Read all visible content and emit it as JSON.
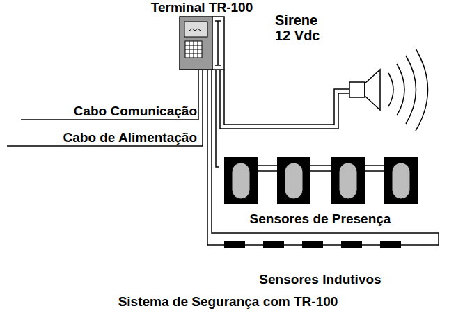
{
  "diagram": {
    "caption": "Sistema de Segurança com TR-100",
    "nodes": [
      {
        "text": [
          "Terminal TR-100"
        ]
      },
      {
        "text": [
          "Sirene 12 Vdc"
        ]
      },
      {
        "text": [
          "Sensores de Presença"
        ]
      },
      {
        "text": [
          "Sensores Indutivos"
        ]
      }
    ],
    "edges": [
      {
        "from": 0,
        "to": 1,
        "arrow": "none"
      },
      {
        "from": 0,
        "to": 2,
        "arrow": "none"
      },
      {
        "from": 0,
        "to": 3,
        "arrow": "none"
      }
    ],
    "labels": [
      "Cabo Comunicação",
      "Cabo de Alimentação"
    ]
  }
}
